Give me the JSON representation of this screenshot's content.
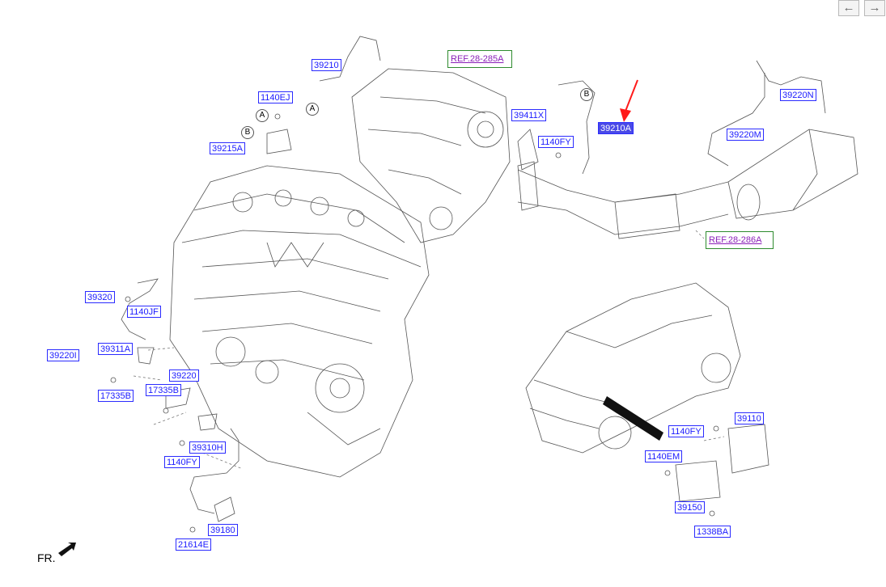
{
  "nav": {
    "back_icon": "arrow-left-icon",
    "forward_icon": "arrow-right-icon"
  },
  "labels": {
    "p39210": "39210",
    "ref285": "REF.28-285A",
    "p1140ej": "1140EJ",
    "circ_a1": "A",
    "circ_a2": "A",
    "circ_b1": "B",
    "circ_b2": "B",
    "p39215a": "39215A",
    "p39411x": "39411X",
    "p1140fy_top": "1140FY",
    "p39210a": "39210A",
    "p39220n": "39220N",
    "p39220m": "39220M",
    "ref286": "REF.28-286A",
    "p39320": "39320",
    "p1140jf": "1140JF",
    "p39311a": "39311A",
    "p39220i": "39220I",
    "p39220": "39220",
    "p17335b_left": "17335B",
    "p17335b_mid": "17335B",
    "p39310h": "39310H",
    "p1140fy_low": "1140FY",
    "p39180": "39180",
    "p21614e": "21614E",
    "p1140fy_ecu": "1140FY",
    "p39110": "39110",
    "p1140em": "1140EM",
    "p39150": "39150",
    "p1338ba": "1338BA",
    "fr": "FR."
  },
  "highlight_color": "#4a4ae6",
  "pointer_color": "#ff1a1a"
}
